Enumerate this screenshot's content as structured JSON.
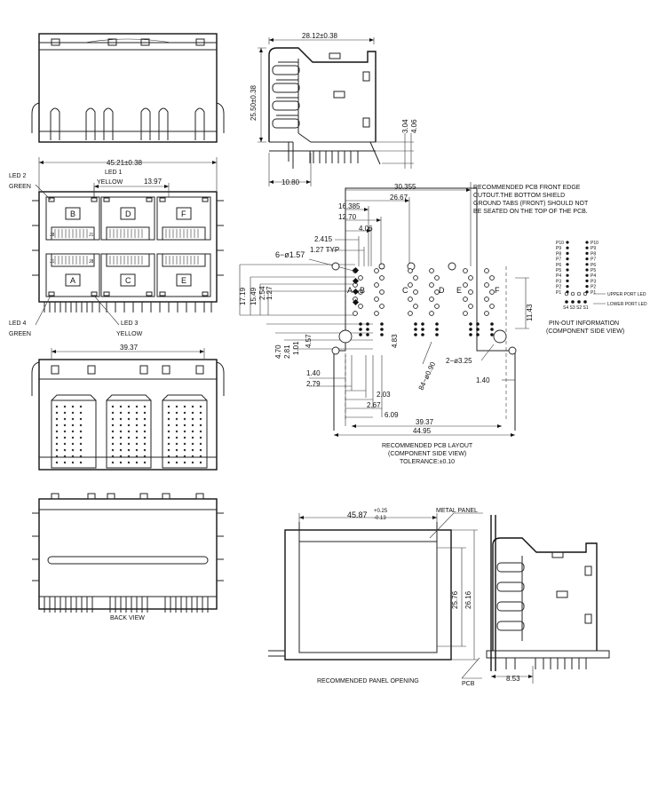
{
  "dims": {
    "side_width": "28.12±0.38",
    "side_height": "25.50±0.38",
    "dim_3_04": "3.04",
    "dim_4_06": "4.06",
    "dim_10_80": "10.80",
    "front_width": "45.21±0.38",
    "pitch_13_97": "13.97",
    "back_39_37": "39.37",
    "pcb_30_355": "30.355",
    "pcb_26_67": "26.67",
    "pcb_16_385": "16.385",
    "pcb_12_70": "12.70",
    "pcb_4_06": "4.06",
    "pcb_2_415": "2.415",
    "pcb_1_27_typ": "1.27 TYP",
    "pcb_holes_6": "6−ø1.57",
    "pcb_17_19": "17.19",
    "pcb_15_49": "15.49",
    "pcb_2_54": "2.54",
    "pcb_1_27": "1.27",
    "pcb_11_43": "11.43",
    "pcb_4_70": "4.70",
    "pcb_2_81": "2.81",
    "pcb_1_01": "1.01",
    "pcb_4_57": "4.57",
    "pcb_4_83": "4.83",
    "pcb_84_holes": "84−ø0.90",
    "pcb_2_holes": "2−ø3.25",
    "pcb_1_40a": "1.40",
    "pcb_2_79": "2.79",
    "pcb_2_03": "2.03",
    "pcb_2_67": "2.67",
    "pcb_6_09": "6.09",
    "pcb_1_40b": "1.40",
    "pcb_39_37": "39.37",
    "pcb_44_95": "44.95",
    "panel_width_main": "45.87",
    "panel_width_tol_plus": "+0.25",
    "panel_width_tol_minus": "-0.13",
    "panel_25_76": "25.76",
    "panel_26_16": "26.16",
    "panel_8_53": "8.53"
  },
  "labels": {
    "led2": "LED 2",
    "led2_color": "GREEN",
    "led1": "LED 1",
    "led1_color": "YELLOW",
    "led4": "LED 4",
    "led4_color": "GREEN",
    "led3": "LED 3",
    "led3_color": "YELLOW",
    "ports_upper": [
      "B",
      "D",
      "F"
    ],
    "ports_lower": [
      "A",
      "C",
      "E"
    ],
    "port_j8": "J8",
    "port_j1a": "J1",
    "port_j1b": "J1",
    "port_j8b": "J8",
    "pcb_ports": [
      "A",
      "B",
      "C",
      "D",
      "E",
      "F"
    ],
    "pcb_note": [
      "RECOMMENDED PCB FRONT EDGE",
      "CUTOUT.THE BOTTOM SHIELD",
      "GROUND TABS (FRONT) SHOULD NOT",
      "BE SEATED ON THE TOP OF THE PCB."
    ],
    "pcb_caption": [
      "RECOMMENDED PCB LAYOUT",
      "(COMPONENT SIDE VIEW)",
      "TOLERANCE:±0.10"
    ],
    "pin_left": [
      "P10",
      "P9",
      "P8",
      "P7",
      "P6",
      "P5",
      "P4",
      "P3",
      "P2",
      "P1"
    ],
    "pin_right": [
      "P10",
      "P9",
      "P8",
      "P7",
      "P6",
      "P5",
      "P4",
      "P3",
      "P2",
      "P1"
    ],
    "pin_bottom": "S4  S3  S2  S1",
    "upper_port_led": "UPPER PORT LED",
    "lower_port_led": "LOWER PORT LED",
    "pinout_title": [
      "PIN-OUT INFORMATION",
      "(COMPONENT SIDE VIEW)"
    ],
    "back_view": "BACK VIEW",
    "metal_panel": "METAL PANEL",
    "pcb": "PCB",
    "panel_caption": "RECOMMENDED PANEL OPENING"
  }
}
